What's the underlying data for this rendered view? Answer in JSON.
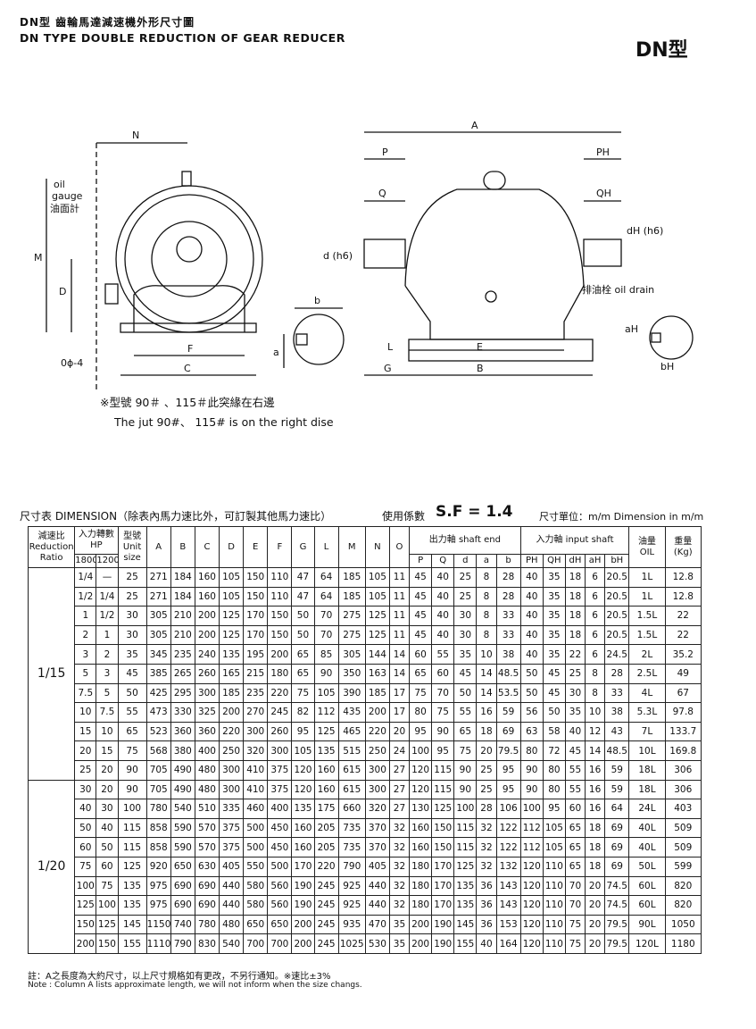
{
  "header": {
    "title_cn": "DN型 齒輪馬達減速機外形尺寸圖",
    "title_en": "DN TYPE DOUBLE REDUCTION OF GEAR REDUCER",
    "model_tag": "DN型"
  },
  "drawing": {
    "left_labels": {
      "N": "N",
      "oil": "oil",
      "gauge": "gauge",
      "gauge_cn": "油面計",
      "M": "M",
      "D": "D",
      "phi": "0ϕ-4",
      "F": "F",
      "C": "C",
      "b": "b",
      "a": "a"
    },
    "right_labels": {
      "A": "A",
      "P": "P",
      "PH": "PH",
      "Q": "Q",
      "QH": "QH",
      "d_h6": "d (h6)",
      "dH_h6": "dH (h6)",
      "drain": "排油栓 oil drain",
      "L": "L",
      "G": "G",
      "E": "E",
      "B": "B",
      "aH": "aH",
      "bH": "bH"
    },
    "note_cn": "※型號 90＃ 、115＃此突緣在右邊",
    "note_en": "The jut 90#、 115# is on the right dise"
  },
  "dimension_line": {
    "label": "尺寸表 DIMENSION（除表內馬力速比外，可訂製其他馬力速比）",
    "sf_label": "使用係數",
    "sf_value": "S.F = 1.4",
    "unit": "尺寸單位：m/m Dimension in m/m"
  },
  "table": {
    "head": {
      "ratio": "減速比 Reduction Ratio",
      "hp": "入力轉數 HP",
      "hp1800": "1800",
      "hp1200": "1200",
      "unit": "型號 Unit size",
      "A": "A",
      "B": "B",
      "C": "C",
      "D": "D",
      "E": "E",
      "F": "F",
      "G": "G",
      "L": "L",
      "M": "M",
      "N": "N",
      "O": "O",
      "shaft_end": "出力軸  shaft end",
      "input_shaft": "入力軸  input shaft",
      "oil": "油量 OIL",
      "weight": "重量 (Kg)",
      "P": "P",
      "Q": "Q",
      "d": "d",
      "a": "a",
      "b": "b",
      "PH": "PH",
      "QH": "QH",
      "dH": "dH",
      "aH": "aH",
      "bH": "bH"
    },
    "groups": [
      {
        "label": "1/15",
        "rows": [
          [
            "1/4",
            "—",
            "25",
            "271",
            "184",
            "160",
            "105",
            "150",
            "110",
            "47",
            "64",
            "185",
            "105",
            "11",
            "45",
            "40",
            "25",
            "8",
            "28",
            "40",
            "35",
            "18",
            "6",
            "20.5",
            "1L",
            "12.8"
          ],
          [
            "1/2",
            "1/4",
            "25",
            "271",
            "184",
            "160",
            "105",
            "150",
            "110",
            "47",
            "64",
            "185",
            "105",
            "11",
            "45",
            "40",
            "25",
            "8",
            "28",
            "40",
            "35",
            "18",
            "6",
            "20.5",
            "1L",
            "12.8"
          ],
          [
            "1",
            "1/2",
            "30",
            "305",
            "210",
            "200",
            "125",
            "170",
            "150",
            "50",
            "70",
            "275",
            "125",
            "11",
            "45",
            "40",
            "30",
            "8",
            "33",
            "40",
            "35",
            "18",
            "6",
            "20.5",
            "1.5L",
            "22"
          ],
          [
            "2",
            "1",
            "30",
            "305",
            "210",
            "200",
            "125",
            "170",
            "150",
            "50",
            "70",
            "275",
            "125",
            "11",
            "45",
            "40",
            "30",
            "8",
            "33",
            "40",
            "35",
            "18",
            "6",
            "20.5",
            "1.5L",
            "22"
          ],
          [
            "3",
            "2",
            "35",
            "345",
            "235",
            "240",
            "135",
            "195",
            "200",
            "65",
            "85",
            "305",
            "144",
            "14",
            "60",
            "55",
            "35",
            "10",
            "38",
            "40",
            "35",
            "22",
            "6",
            "24.5",
            "2L",
            "35.2"
          ],
          [
            "5",
            "3",
            "45",
            "385",
            "265",
            "260",
            "165",
            "215",
            "180",
            "65",
            "90",
            "350",
            "163",
            "14",
            "65",
            "60",
            "45",
            "14",
            "48.5",
            "50",
            "45",
            "25",
            "8",
            "28",
            "2.5L",
            "49"
          ],
          [
            "7.5",
            "5",
            "50",
            "425",
            "295",
            "300",
            "185",
            "235",
            "220",
            "75",
            "105",
            "390",
            "185",
            "17",
            "75",
            "70",
            "50",
            "14",
            "53.5",
            "50",
            "45",
            "30",
            "8",
            "33",
            "4L",
            "67"
          ],
          [
            "10",
            "7.5",
            "55",
            "473",
            "330",
            "325",
            "200",
            "270",
            "245",
            "82",
            "112",
            "435",
            "200",
            "17",
            "80",
            "75",
            "55",
            "16",
            "59",
            "56",
            "50",
            "35",
            "10",
            "38",
            "5.3L",
            "97.8"
          ],
          [
            "15",
            "10",
            "65",
            "523",
            "360",
            "360",
            "220",
            "300",
            "260",
            "95",
            "125",
            "465",
            "220",
            "20",
            "95",
            "90",
            "65",
            "18",
            "69",
            "63",
            "58",
            "40",
            "12",
            "43",
            "7L",
            "133.7"
          ],
          [
            "20",
            "15",
            "75",
            "568",
            "380",
            "400",
            "250",
            "320",
            "300",
            "105",
            "135",
            "515",
            "250",
            "24",
            "100",
            "95",
            "75",
            "20",
            "79.5",
            "80",
            "72",
            "45",
            "14",
            "48.5",
            "10L",
            "169.8"
          ],
          [
            "25",
            "20",
            "90",
            "705",
            "490",
            "480",
            "300",
            "410",
            "375",
            "120",
            "160",
            "615",
            "300",
            "27",
            "120",
            "115",
            "90",
            "25",
            "95",
            "90",
            "80",
            "55",
            "16",
            "59",
            "18L",
            "306"
          ]
        ]
      },
      {
        "label": "1/20",
        "rows": [
          [
            "30",
            "20",
            "90",
            "705",
            "490",
            "480",
            "300",
            "410",
            "375",
            "120",
            "160",
            "615",
            "300",
            "27",
            "120",
            "115",
            "90",
            "25",
            "95",
            "90",
            "80",
            "55",
            "16",
            "59",
            "18L",
            "306"
          ],
          [
            "40",
            "30",
            "100",
            "780",
            "540",
            "510",
            "335",
            "460",
            "400",
            "135",
            "175",
            "660",
            "320",
            "27",
            "130",
            "125",
            "100",
            "28",
            "106",
            "100",
            "95",
            "60",
            "16",
            "64",
            "24L",
            "403"
          ],
          [
            "50",
            "40",
            "115",
            "858",
            "590",
            "570",
            "375",
            "500",
            "450",
            "160",
            "205",
            "735",
            "370",
            "32",
            "160",
            "150",
            "115",
            "32",
            "122",
            "112",
            "105",
            "65",
            "18",
            "69",
            "40L",
            "509"
          ],
          [
            "60",
            "50",
            "115",
            "858",
            "590",
            "570",
            "375",
            "500",
            "450",
            "160",
            "205",
            "735",
            "370",
            "32",
            "160",
            "150",
            "115",
            "32",
            "122",
            "112",
            "105",
            "65",
            "18",
            "69",
            "40L",
            "509"
          ],
          [
            "75",
            "60",
            "125",
            "920",
            "650",
            "630",
            "405",
            "550",
            "500",
            "170",
            "220",
            "790",
            "405",
            "32",
            "180",
            "170",
            "125",
            "32",
            "132",
            "120",
            "110",
            "65",
            "18",
            "69",
            "50L",
            "599"
          ],
          [
            "100",
            "75",
            "135",
            "975",
            "690",
            "690",
            "440",
            "580",
            "560",
            "190",
            "245",
            "925",
            "440",
            "32",
            "180",
            "170",
            "135",
            "36",
            "143",
            "120",
            "110",
            "70",
            "20",
            "74.5",
            "60L",
            "820"
          ],
          [
            "125",
            "100",
            "135",
            "975",
            "690",
            "690",
            "440",
            "580",
            "560",
            "190",
            "245",
            "925",
            "440",
            "32",
            "180",
            "170",
            "135",
            "36",
            "143",
            "120",
            "110",
            "70",
            "20",
            "74.5",
            "60L",
            "820"
          ],
          [
            "150",
            "125",
            "145",
            "1150",
            "740",
            "780",
            "480",
            "650",
            "650",
            "200",
            "245",
            "935",
            "470",
            "35",
            "200",
            "190",
            "145",
            "36",
            "153",
            "120",
            "110",
            "75",
            "20",
            "79.5",
            "90L",
            "1050"
          ],
          [
            "200",
            "150",
            "155",
            "1110",
            "790",
            "830",
            "540",
            "700",
            "700",
            "200",
            "245",
            "1025",
            "530",
            "35",
            "200",
            "190",
            "155",
            "40",
            "164",
            "120",
            "110",
            "75",
            "20",
            "79.5",
            "120L",
            "1180"
          ]
        ]
      }
    ]
  },
  "footer": {
    "note_cn": "註：A之長度為大約尺寸，以上尺寸規格如有更改，不另行通知。※速比±3%",
    "note_en": "Note : Column A lists approximate length, we will not inform when the size changs."
  }
}
